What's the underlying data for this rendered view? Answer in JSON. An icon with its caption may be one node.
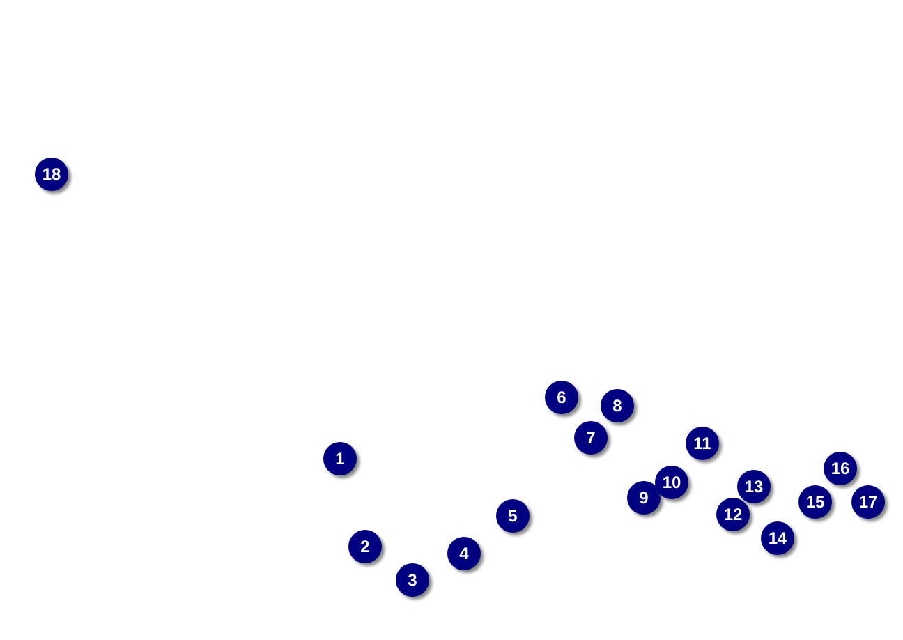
{
  "diagram": {
    "nodes": [
      {
        "text": [
          "1"
        ]
      },
      {
        "text": [
          "2"
        ]
      },
      {
        "text": [
          "3"
        ]
      },
      {
        "text": [
          "4"
        ]
      },
      {
        "text": [
          "5"
        ]
      },
      {
        "text": [
          "6"
        ]
      },
      {
        "text": [
          "7"
        ]
      },
      {
        "text": [
          "8"
        ]
      },
      {
        "text": [
          "9"
        ]
      },
      {
        "text": [
          "10"
        ]
      },
      {
        "text": [
          "11"
        ]
      },
      {
        "text": [
          "12"
        ]
      },
      {
        "text": [
          "13"
        ]
      },
      {
        "text": [
          "14"
        ]
      },
      {
        "text": [
          "15"
        ]
      },
      {
        "text": [
          "16"
        ]
      },
      {
        "text": [
          "17"
        ]
      },
      {
        "text": [
          "18"
        ]
      }
    ]
  }
}
